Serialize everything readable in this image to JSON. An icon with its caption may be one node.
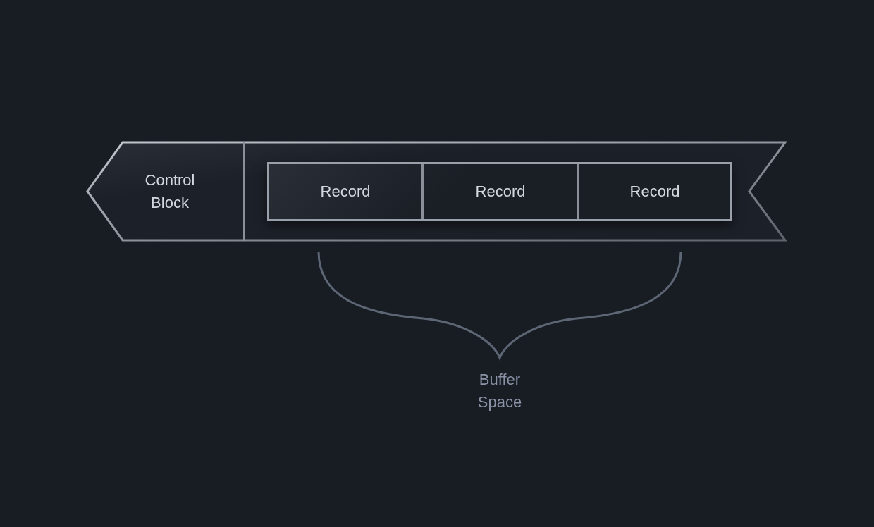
{
  "diagram": {
    "nodes": [
      {
        "text": [],
        "shape": "banner"
      },
      {
        "text": [
          "Control Block"
        ],
        "in": 0
      },
      {
        "text": [],
        "shape": "box",
        "in": 0
      },
      {
        "text": [
          "Record"
        ],
        "in": 2
      },
      {
        "text": [
          "Record"
        ],
        "in": 2
      },
      {
        "text": [
          "Record"
        ],
        "in": 2
      }
    ],
    "edges": [],
    "labels": [
      "Buffer Space"
    ]
  }
}
